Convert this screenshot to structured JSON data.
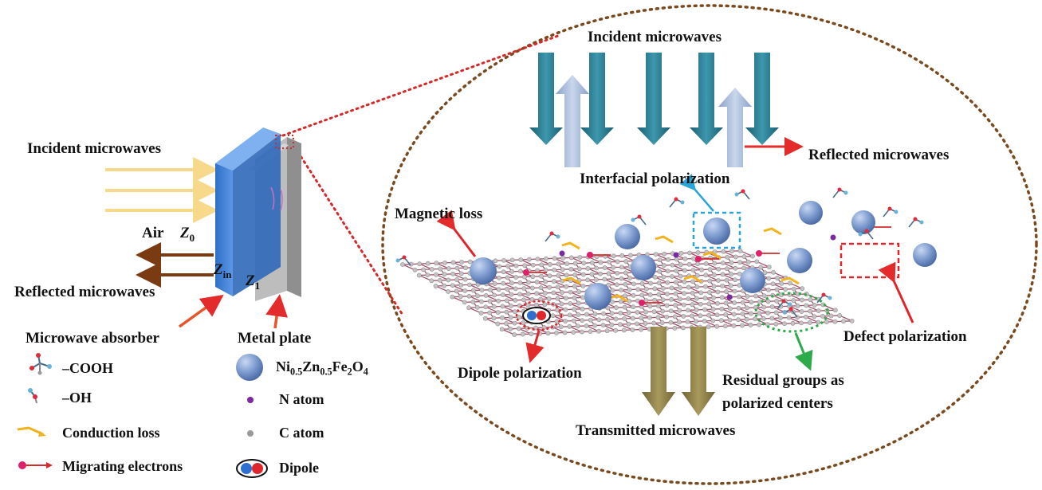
{
  "left_panel": {
    "incident_label": "Incident microwaves",
    "reflected_label": "Reflected microwaves",
    "air_label": "Air",
    "z0_symbol": "Z",
    "z0_sub": "0",
    "zin_symbol": "Z",
    "zin_sub": "in",
    "z1_symbol": "Z",
    "z1_sub": "1",
    "absorber_label": "Microwave absorber",
    "metal_label": "Metal plate"
  },
  "legend": {
    "cooh": "–COOH",
    "oh": "–OH",
    "conduction": "Conduction loss",
    "migrating": "Migrating electrons",
    "ferrite_base": "Ni",
    "ferrite_s1": "0.5",
    "ferrite_zn": "Zn",
    "ferrite_s2": "0.5",
    "ferrite_fe": "Fe",
    "ferrite_s3": "2",
    "ferrite_o": "O",
    "ferrite_s4": "4",
    "n_atom": "N atom",
    "c_atom": "C atom",
    "dipole": "Dipole"
  },
  "zoom_panel": {
    "incident": "Incident microwaves",
    "reflected": "Reflected microwaves",
    "interfacial": "Interfacial polarization",
    "magnetic": "Magnetic loss",
    "dipole_pol": "Dipole polarization",
    "defect": "Defect polarization",
    "residual_1": "Residual groups as",
    "residual_2": "polarized centers",
    "transmitted": "Transmitted microwaves"
  },
  "colors": {
    "incident_wave": "#f6d98a",
    "reflected_wave": "#7a3b12",
    "absorber_front": "#3a7bd5",
    "metal_plate": "#a9a9a9",
    "callout_red": "#e32b2b",
    "teal_arrow": "#1f6f83",
    "light_arrow": "#9db3d6",
    "olive_arrow": "#8a7d45",
    "ellipse_border": "#7a4a1e",
    "sphere": "#6f8fc6",
    "carbon": "#b9b9b9",
    "bond": "#a5506a",
    "n_atom": "#7a2aa0",
    "conduction": "#f2b21a",
    "interfacial_box": "#2aa5d8",
    "defect_box": "#e0262a",
    "residual_circle": "#2daa4a"
  }
}
